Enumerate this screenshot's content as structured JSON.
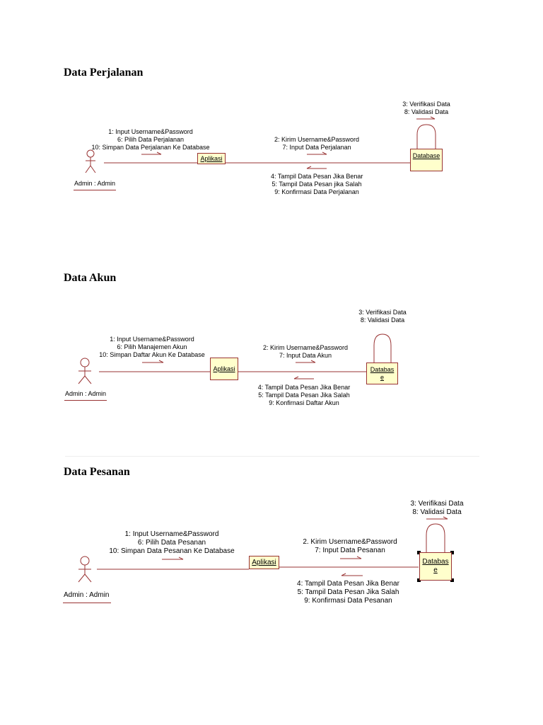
{
  "sections": [
    {
      "title": "Data  Perjalanan",
      "actor": "Admin : Admin",
      "app": "Aplikasi",
      "database": [
        "Database"
      ],
      "msgs_actor_app": [
        "1: Input Username&Password",
        "6: Pilih Data Perjalanan",
        "10: Simpan Data Perjalanan Ke Database"
      ],
      "msgs_app_db": [
        "2: Kirim  Username&Password",
        "7: Input Data Perjalanan"
      ],
      "msgs_db_app": [
        "4: Tampil Data Pesan Jika Benar",
        "5: Tampil Data Pesan jika Salah",
        "9: Konfirmasi Data Perjalanan"
      ],
      "msgs_self": [
        "3: Verifikasi Data",
        "8: Validasi Data"
      ]
    },
    {
      "title": "Data Akun",
      "actor": "Admin : Admin",
      "app": "Aplikasi",
      "database": [
        "Databas",
        "e"
      ],
      "msgs_actor_app": [
        "1: Input Username&Password",
        "6: Pilih Manajemen Akun",
        "10: Simpan Daftar Akun Ke Database"
      ],
      "msgs_app_db": [
        "2: Kirim Username&Password",
        "7: Input Data Akun"
      ],
      "msgs_db_app": [
        "4: Tampil Data Pesan Jika Benar",
        "5: Tampil Data Pesan Jika Salah",
        "9: Konfirnasi Daftar Akun"
      ],
      "msgs_self": [
        "3: Verifikasi Data",
        "8: Validasi Data"
      ]
    },
    {
      "title": "Data Pesanan",
      "actor": "Admin : Admin",
      "app": "Aplikasi",
      "database": [
        "Databas",
        "e"
      ],
      "msgs_actor_app": [
        "1: Input Username&Password",
        "6: Pilih Data Pesanan",
        "10: Simpan Data Pesanan Ke Database"
      ],
      "msgs_app_db": [
        "2. Kirim Username&Password",
        "7: Input Data Pesanan"
      ],
      "msgs_db_app": [
        "4: Tampil Data Pesan Jika Benar",
        "5: Tampil Data Pesan Jika Salah",
        "9: Konfirmasi Data Pesanan"
      ],
      "msgs_self": [
        "3: Verifikasi Data",
        "8: Validasi Data"
      ]
    }
  ],
  "colors": {
    "line": "#993333",
    "box_fill": "#ffffcc",
    "text": "#000000"
  }
}
